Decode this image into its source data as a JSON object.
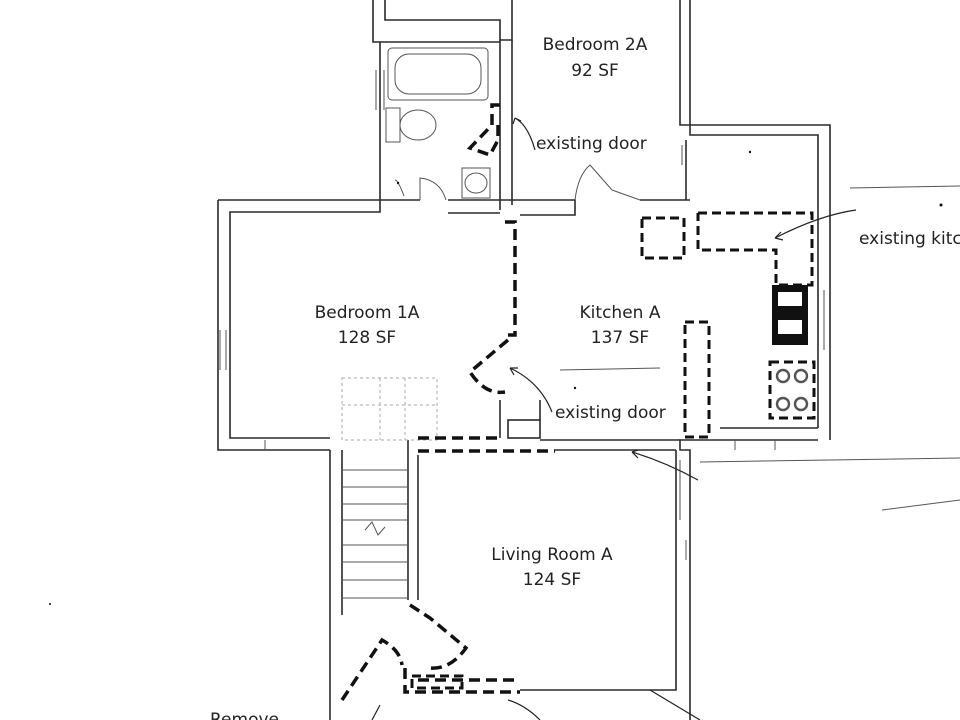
{
  "rooms": {
    "bedroom_2a": {
      "name": "Bedroom 2A",
      "area": "92 SF"
    },
    "bedroom_1a": {
      "name": "Bedroom 1A",
      "area": "128 SF"
    },
    "kitchen_a": {
      "name": "Kitchen A",
      "area": "137 SF"
    },
    "living_room_a": {
      "name": "Living Room A",
      "area": "124 SF"
    }
  },
  "notes": {
    "door_upper": "existing door",
    "door_middle": "existing door",
    "kitchen": "existing kitc",
    "remove": "Remove"
  },
  "legend_style": {
    "wall_color": "#2a2a2a",
    "proposed_dashed_color": "#111111"
  }
}
